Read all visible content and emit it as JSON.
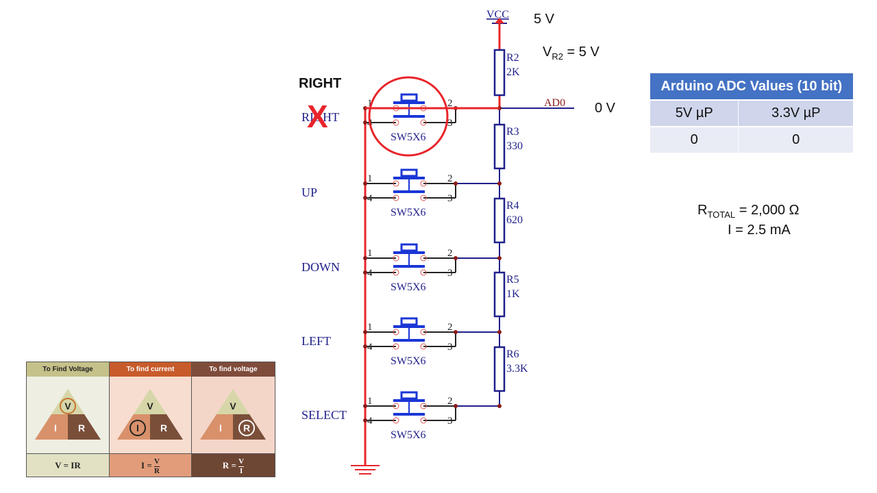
{
  "labels": {
    "vcc_supply": "5 V",
    "vr2": "V",
    "vr2_sub": "R2",
    "vr2_value": " = 5 V",
    "ad0_voltage": "0 V",
    "button_title": "RIGHT",
    "cross_mark": "X",
    "rtotal": "R",
    "rtotal_sub": "TOTAL",
    "rtotal_value": " = 2,000 Ω",
    "current": "I = 2.5 mA"
  },
  "schematic": {
    "vcc": "VCC",
    "ad0": "AD0",
    "switch_part": "SW5X6",
    "pins": [
      "1",
      "2",
      "3",
      "4"
    ],
    "buttons": [
      "RIGHT",
      "UP",
      "DOWN",
      "LEFT",
      "SELECT"
    ],
    "resistors": [
      {
        "name": "R2",
        "value": "2K"
      },
      {
        "name": "R3",
        "value": "330"
      },
      {
        "name": "R4",
        "value": "620"
      },
      {
        "name": "R5",
        "value": "1K"
      },
      {
        "name": "R6",
        "value": "3.3K"
      }
    ]
  },
  "adc_table": {
    "title": "Arduino ADC Values (10 bit)",
    "columns": [
      "5V µP",
      "3.3V µP"
    ],
    "values": [
      "0",
      "0"
    ]
  },
  "ohms_law": {
    "headers": [
      "To Find Voltage",
      "To find current",
      "To find voltage"
    ],
    "triangle": {
      "top": "V",
      "left": "I",
      "right": "R"
    },
    "formulas": [
      {
        "lhs": "V = IR"
      },
      {
        "lhs": "I =",
        "num": "V",
        "den": "R"
      },
      {
        "lhs": "R =",
        "num": "V",
        "den": "I"
      }
    ]
  },
  "colors": {
    "wire": "#1f1f8a",
    "highlight": "#e8252a",
    "switch": "#1a36d6",
    "junction": "#8b1a1a",
    "table_header": "#4472c4"
  }
}
